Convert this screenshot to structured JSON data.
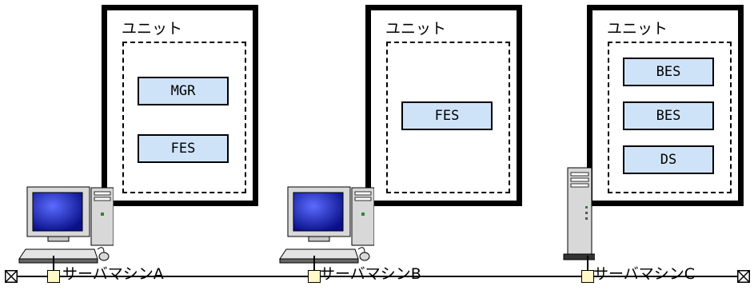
{
  "colors": {
    "component_fill": "#cfe3f8",
    "node_fill": "#fff8c8",
    "line": "#000000"
  },
  "machines": [
    {
      "unit_label": "ユニット",
      "components": [
        "MGR",
        "FES"
      ],
      "name": "サーバマシンA",
      "icon": "desktop-pc-icon"
    },
    {
      "unit_label": "ユニット",
      "components": [
        "FES"
      ],
      "name": "サーバマシンB",
      "icon": "desktop-pc-icon"
    },
    {
      "unit_label": "ユニット",
      "components": [
        "BES",
        "BES",
        "DS"
      ],
      "name": "サーバマシンC",
      "icon": "tower-server-icon"
    }
  ],
  "network": {
    "left_end": "terminator-icon",
    "right_end": "terminator-icon"
  }
}
